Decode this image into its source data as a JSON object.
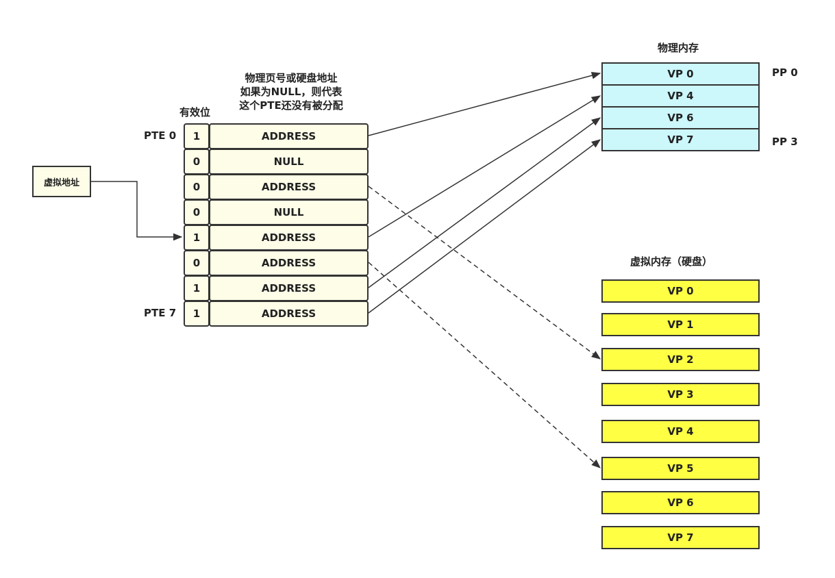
{
  "valid_bit_header": "有效位",
  "ppn_note": [
    "物理页号或硬盘地址",
    "如果为NULL，则代表",
    "这个PTE还没有被分配"
  ],
  "virtual_address_label": "虚拟地址",
  "pte_labels": {
    "first": "PTE 0",
    "last": "PTE 7"
  },
  "page_table": [
    {
      "valid": "1",
      "value": "ADDRESS"
    },
    {
      "valid": "0",
      "value": "NULL"
    },
    {
      "valid": "0",
      "value": "ADDRESS"
    },
    {
      "valid": "0",
      "value": "NULL"
    },
    {
      "valid": "1",
      "value": "ADDRESS"
    },
    {
      "valid": "0",
      "value": "ADDRESS"
    },
    {
      "valid": "1",
      "value": "ADDRESS"
    },
    {
      "valid": "1",
      "value": "ADDRESS"
    }
  ],
  "physical_memory": {
    "title": "物理内存",
    "pages": [
      "VP 0",
      "VP 4",
      "VP 6",
      "VP 7"
    ],
    "pp_labels": {
      "first": "PP 0",
      "last": "PP 3"
    }
  },
  "virtual_memory": {
    "title": "虚拟内存（硬盘）",
    "pages": [
      "VP 0",
      "VP 1",
      "VP 2",
      "VP 3",
      "VP 4",
      "VP 5",
      "VP 6",
      "VP 7"
    ]
  },
  "colors": {
    "pte_fill": "#fdfde8",
    "physical_fill": "#ccf7fb",
    "disk_fill": "#ffff44",
    "stroke": "#333333"
  }
}
